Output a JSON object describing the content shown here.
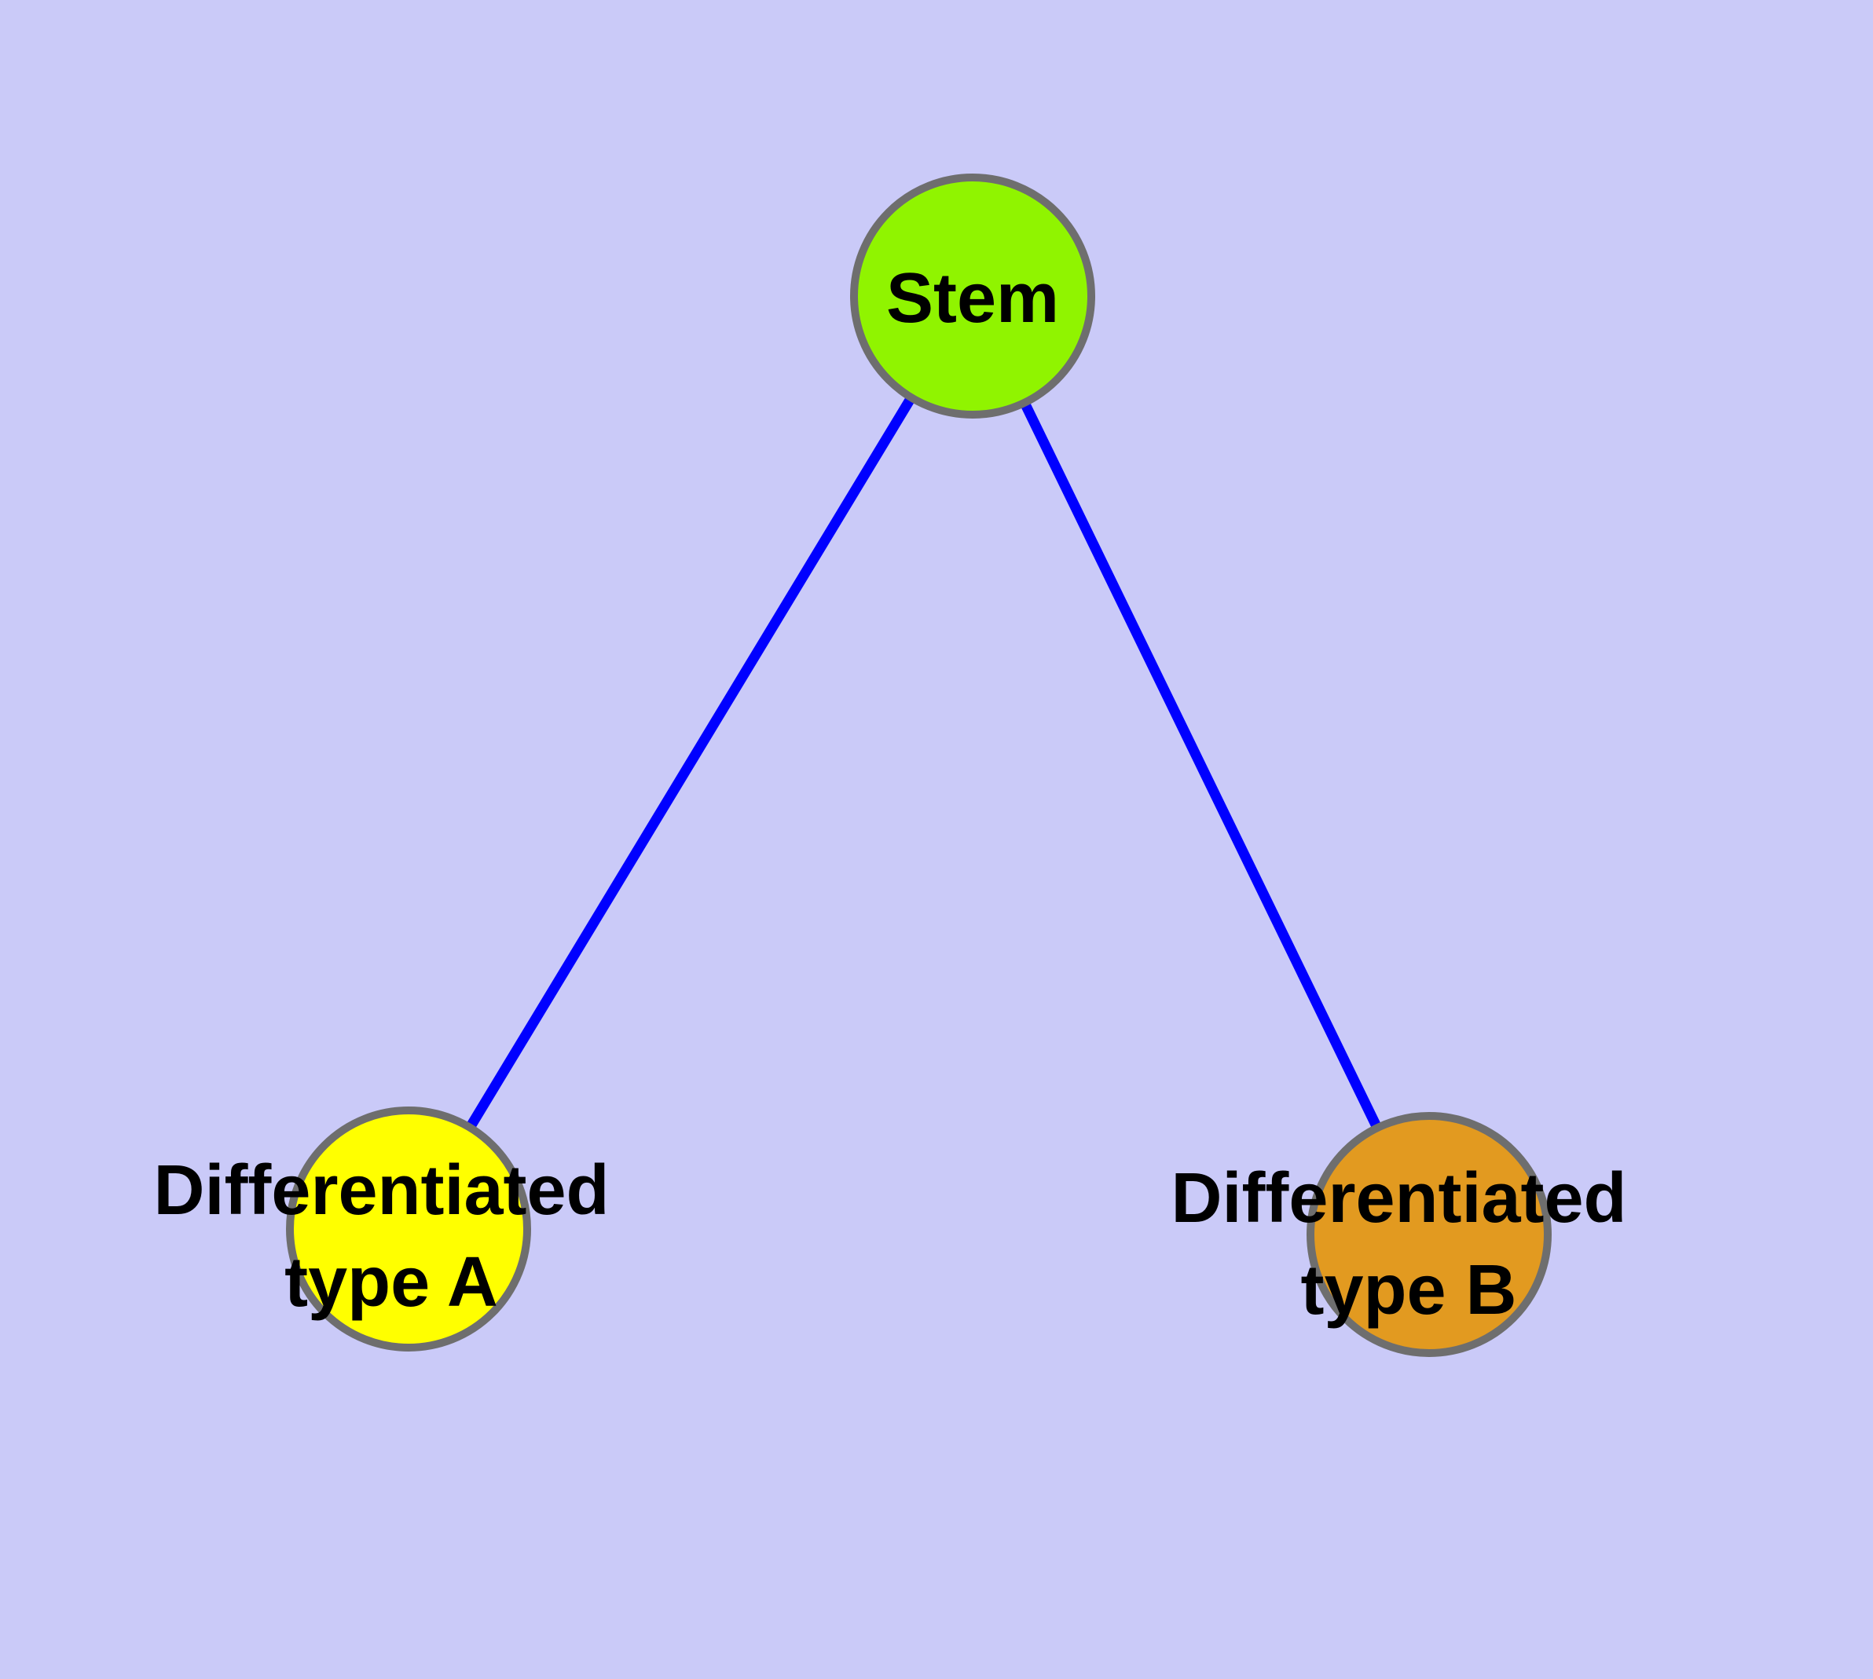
{
  "canvas": {
    "background_color": "#CACAF8"
  },
  "edges": {
    "color": "#0000FF",
    "items": [
      {
        "from": "stem",
        "to": "differentiated-type-a"
      },
      {
        "from": "stem",
        "to": "differentiated-type-b"
      }
    ]
  },
  "nodes": {
    "border_color": "#6E6E6E",
    "stem": {
      "label": "Stem",
      "fill": "#90F400"
    },
    "diffA": {
      "label": "Differentiated type A",
      "label_line1": "Differentiated",
      "label_line2": "type A",
      "fill": "#FFFF00"
    },
    "diffB": {
      "label": "Differentiated type B",
      "label_line1": "Differentiated",
      "label_line2": "type B",
      "fill": "#E29A20"
    }
  }
}
